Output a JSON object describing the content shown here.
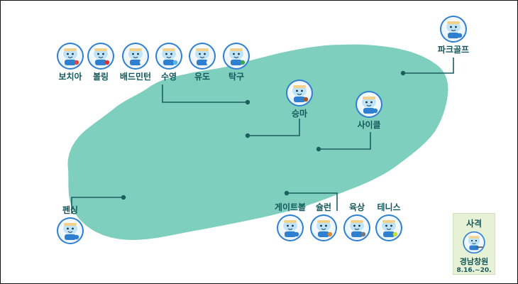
{
  "venues": [
    {
      "id": "bocce",
      "label": "보치아",
      "icon": "mascot-bocce-icon"
    },
    {
      "id": "bowling",
      "label": "볼링",
      "icon": "mascot-bowling-icon"
    },
    {
      "id": "badminton",
      "label": "배드민턴",
      "icon": "mascot-badminton-icon"
    },
    {
      "id": "swimming",
      "label": "수영",
      "icon": "mascot-swimming-icon"
    },
    {
      "id": "judo",
      "label": "유도",
      "icon": "mascot-judo-icon"
    },
    {
      "id": "tabletennis",
      "label": "탁구",
      "icon": "mascot-table-tennis-icon"
    },
    {
      "id": "parkgolf",
      "label": "파크골프",
      "icon": "mascot-park-golf-icon"
    },
    {
      "id": "equestrian",
      "label": "승마",
      "icon": "mascot-equestrian-icon"
    },
    {
      "id": "cycling",
      "label": "사이클",
      "icon": "mascot-cycling-icon"
    },
    {
      "id": "fencing",
      "label": "펜싱",
      "icon": "mascot-fencing-icon"
    },
    {
      "id": "gateball",
      "label": "게이트볼",
      "icon": "mascot-gateball-icon"
    },
    {
      "id": "curling",
      "label": "슐런",
      "icon": "mascot-shuffleboard-icon"
    },
    {
      "id": "athletics",
      "label": "육상",
      "icon": "mascot-athletics-icon"
    },
    {
      "id": "tennis",
      "label": "테니스",
      "icon": "mascot-tennis-icon"
    }
  ],
  "offsite": {
    "sport": "사격",
    "city": "경남창원",
    "dates": "8.16.~20.",
    "icon": "mascot-shooting-icon"
  },
  "colors": {
    "island": "#7fcfbf",
    "leader": "#1c5f5f",
    "label": "#14585c",
    "mascot_body": "#2f7fd0",
    "mascot_face": "#bfe4f7",
    "badge_box": "#e7f1d6"
  }
}
